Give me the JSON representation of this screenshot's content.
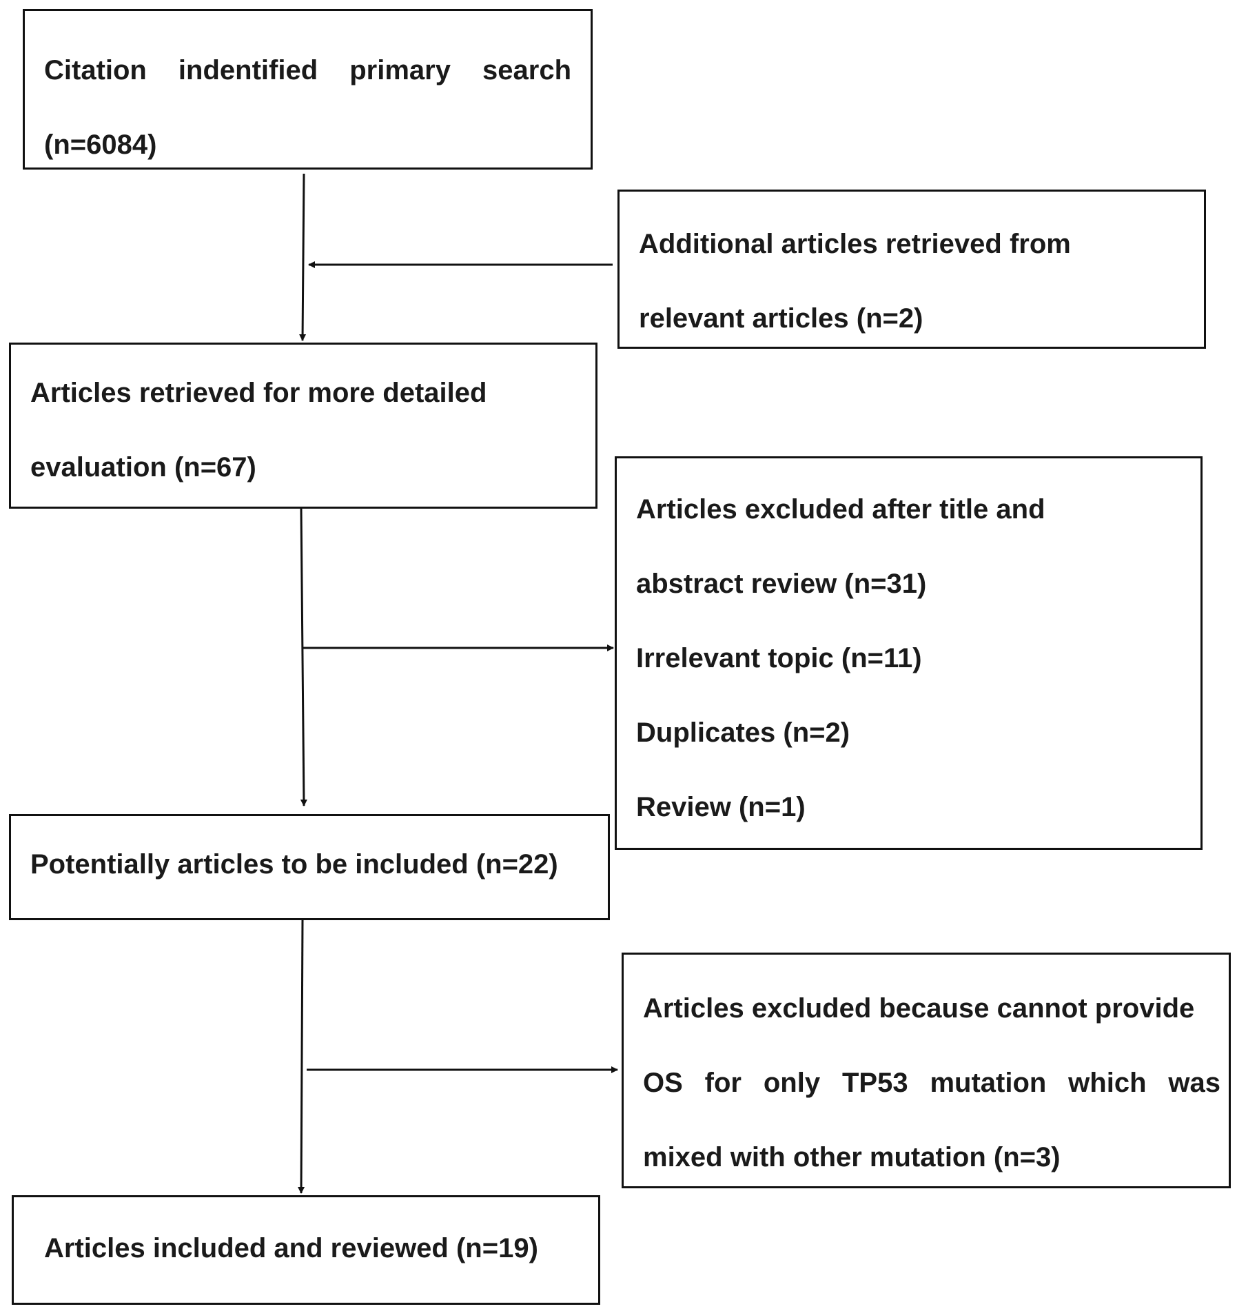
{
  "flowchart": {
    "primary_search": {
      "line1": "Citation indentified primary search",
      "line2": "(n=6084)"
    },
    "additional": {
      "line1": "Additional articles retrieved from",
      "line2": "relevant articles (n=2)"
    },
    "detailed_eval": {
      "line1": "Articles retrieved for more detailed",
      "line2": "evaluation (n=67)"
    },
    "excluded_title": {
      "line1": "Articles excluded after title and",
      "line2": "abstract review (n=31)",
      "line3": "Irrelevant topic (n=11)",
      "line4": "Duplicates (n=2)",
      "line5": "Review (n=1)"
    },
    "potential": {
      "line1": "Potentially articles to be included (n=22)"
    },
    "excluded_os": {
      "line1": "Articles excluded because cannot provide",
      "line2": "OS for only TP53 mutation which was",
      "line3": "mixed with other mutation (n=3)"
    },
    "included": {
      "line1": "Articles included and reviewed (n=19)"
    }
  },
  "colors": {
    "stroke": "#111111",
    "text": "#1a1a1a",
    "background": "#ffffff"
  }
}
